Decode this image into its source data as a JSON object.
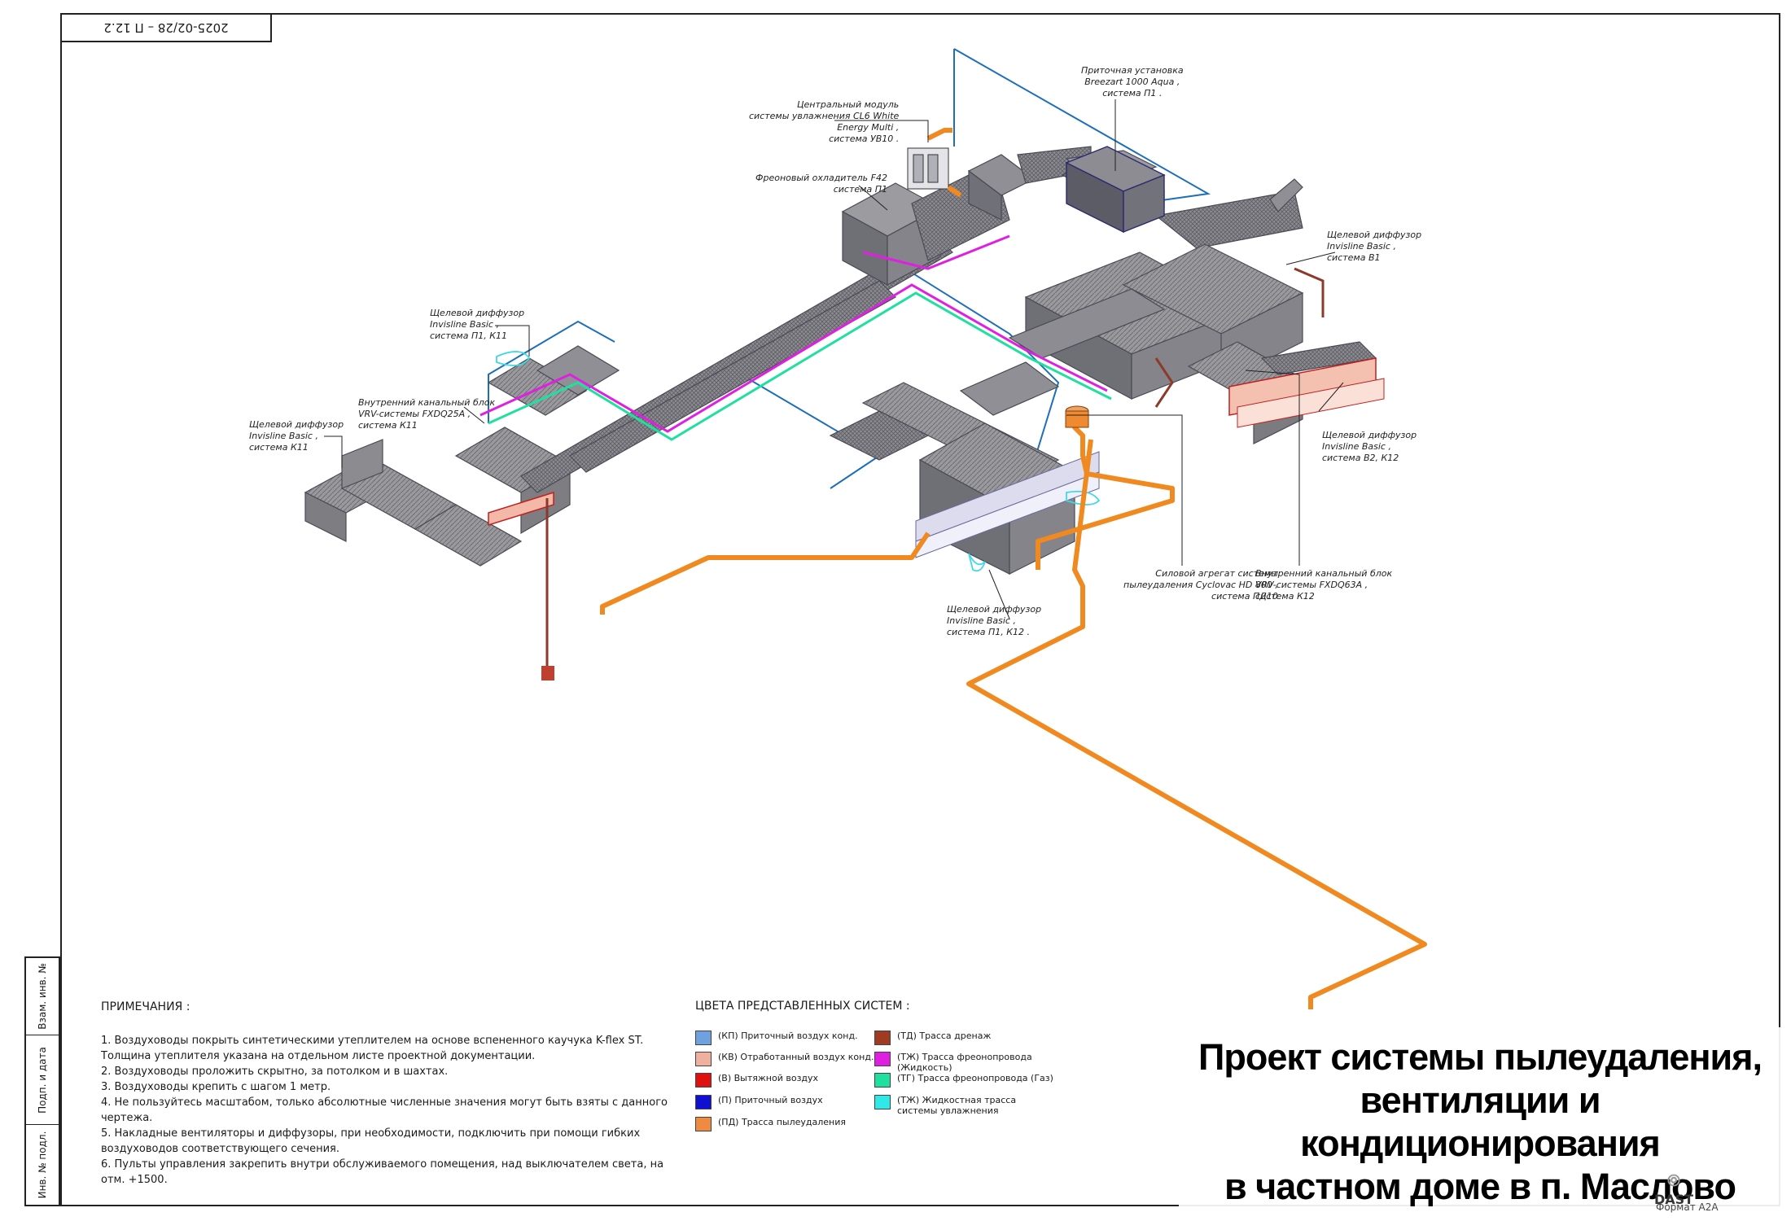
{
  "stamp": "2025-02/28 – П 12.2",
  "side_labels": [
    "Взам. инв. №",
    "Подп. и дата",
    "Инв. № подл."
  ],
  "callouts": {
    "humidifier": "Центральный модуль\nсистемы увлажнения CL6 White\nEnergy Multi ,\nсистема УВ10 .",
    "supply_unit": "Приточная установка\nBreezart 1000 Aqua ,\nсистема П1 .",
    "cooler": "Фреоновый охладитель F42\nсистема П1",
    "diffuser_b1": "Щелевой диффузор\nInvisline Basic ,\nсистема В1",
    "diffuser_p1_k11_top": "Щелевой диффузор\nInvisline Basic ,\nсистема П1, К11",
    "indoor_k11": "Внутренний канальный блок\nVRV-системы FXDQ25A ,\nсистема К11",
    "diffuser_k11": "Щелевой диффузор\nInvisline Basic ,\nсистема К11",
    "diffuser_b2_k12": "Щелевой диффузор\nInvisline Basic ,\nсистема В2, К12",
    "smoke_unit": "Силовой агрегат системы\nпылеудаления Cyclovac HD 800 ,\nсистема ПД10",
    "indoor_k12": "Внутренний канальный блок\nVRV-системы FXDQ63A ,\nсистема К12",
    "diffuser_p1_k12": "Щелевой диффузор\nInvisline Basic ,\nсистема П1, К12 ."
  },
  "notes": {
    "heading": "ПРИМЕЧАНИЯ :",
    "items": [
      "1. Воздуховоды покрыть синтетическими утеплителем на основе вспененного каучука K-flex ST. Толщина утеплителя указана на отдельном листе проектной документации.",
      "2. Воздуховоды проложить скрытно, за потолком и в шахтах.",
      "3. Воздуховоды крепить с шагом 1 метр.",
      "4. Не пользуйтесь масштабом, только абсолютные численные значения могут быть взяты с данного чертежа.",
      "5. Накладные вентиляторы и диффузоры, при необходимости, подключить при помощи гибких воздуховодов соответствующего сечения.",
      "6. Пульты управления закрепить внутри обслуживаемого помещения, над выключателем света, на отм. +1500."
    ]
  },
  "legend": {
    "heading": "ЦВЕТА ПРЕДСТАВЛЕННЫХ СИСТЕМ :",
    "items": [
      {
        "label": "(КП) Приточный воздух конд.",
        "color": "#6fa0e0"
      },
      {
        "label": "(КВ) Отработанный воздух конд.",
        "color": "#f0b0a0"
      },
      {
        "label": "(В) Вытяжной воздух",
        "color": "#e01010"
      },
      {
        "label": "(П) Приточный воздух",
        "color": "#1010d0"
      },
      {
        "label": "(ПД) Трасса пылеудаления",
        "color": "#f08a40"
      },
      {
        "label": "(ТД) Трасса дренаж",
        "color": "#a03a20"
      },
      {
        "label": "(ТЖ) Трасса фреонопровода (Жидкость)",
        "color": "#e020e0"
      },
      {
        "label": "(ТГ) Трасса фреонопровода (Газ)",
        "color": "#20e0a0"
      },
      {
        "label": "(ТЖ) Жидкостная трасса\nсистемы увлажнения",
        "color": "#30e8e8"
      }
    ]
  },
  "title": "Проект системы пылеудаления,\nвентиляции и кондиционирования\nв частном доме в п. Маслово",
  "logo": "DAST",
  "sheet_format": "Формат А2А"
}
